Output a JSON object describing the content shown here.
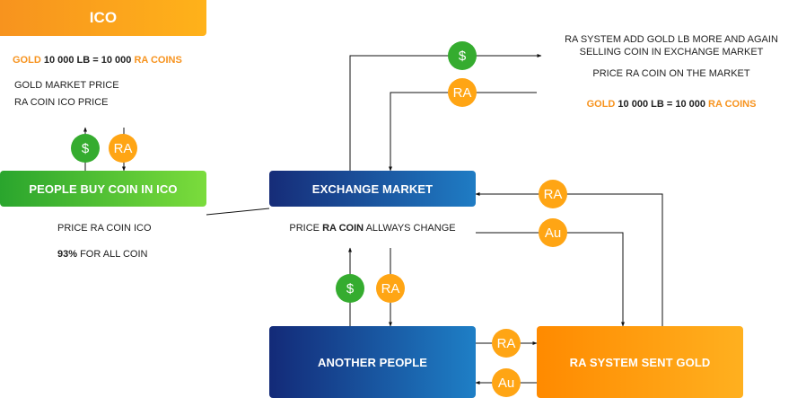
{
  "boxes": {
    "ico": "ICO",
    "people_buy": "PEOPLE BUY COIN IN ICO",
    "exchange": "EXCHANGE MARKET",
    "another": "ANOTHER PEOPLE",
    "ra_system": "RA SYSTEM SENT GOLD"
  },
  "ico_panel": {
    "eq_gold": "GOLD",
    "eq_mid": " 10 000 LB = 10 000 ",
    "eq_ra": "RA COINS",
    "line1": "GOLD MARKET PRICE",
    "line2": "RA COIN ICO PRICE"
  },
  "buy_panel": {
    "line1": "PRICE RA COIN ICO",
    "pct": "93%",
    "pct_rest": " FOR ALL COIN"
  },
  "exchange_panel": {
    "pre": "PRICE ",
    "bold": "RA COIN",
    "post": " ALLWAYS CHANGE"
  },
  "right_panel": {
    "line1": "RA SYSTEM ADD GOLD LB MORE AND AGAIN",
    "line2": "SELLING COIN IN EXCHANGE MARKET",
    "line3": "PRICE RA COIN ON THE MARKET",
    "eq_gold": "GOLD",
    "eq_mid": " 10 000 LB = 10 000 ",
    "eq_ra": "RA COINS"
  },
  "coins": {
    "usd": "$",
    "ra": "RA",
    "au": "Au"
  },
  "colors": {
    "orange": "#f7931e",
    "green": "#35ac2f",
    "navy": "#162c78",
    "blue": "#1f7cc4"
  }
}
